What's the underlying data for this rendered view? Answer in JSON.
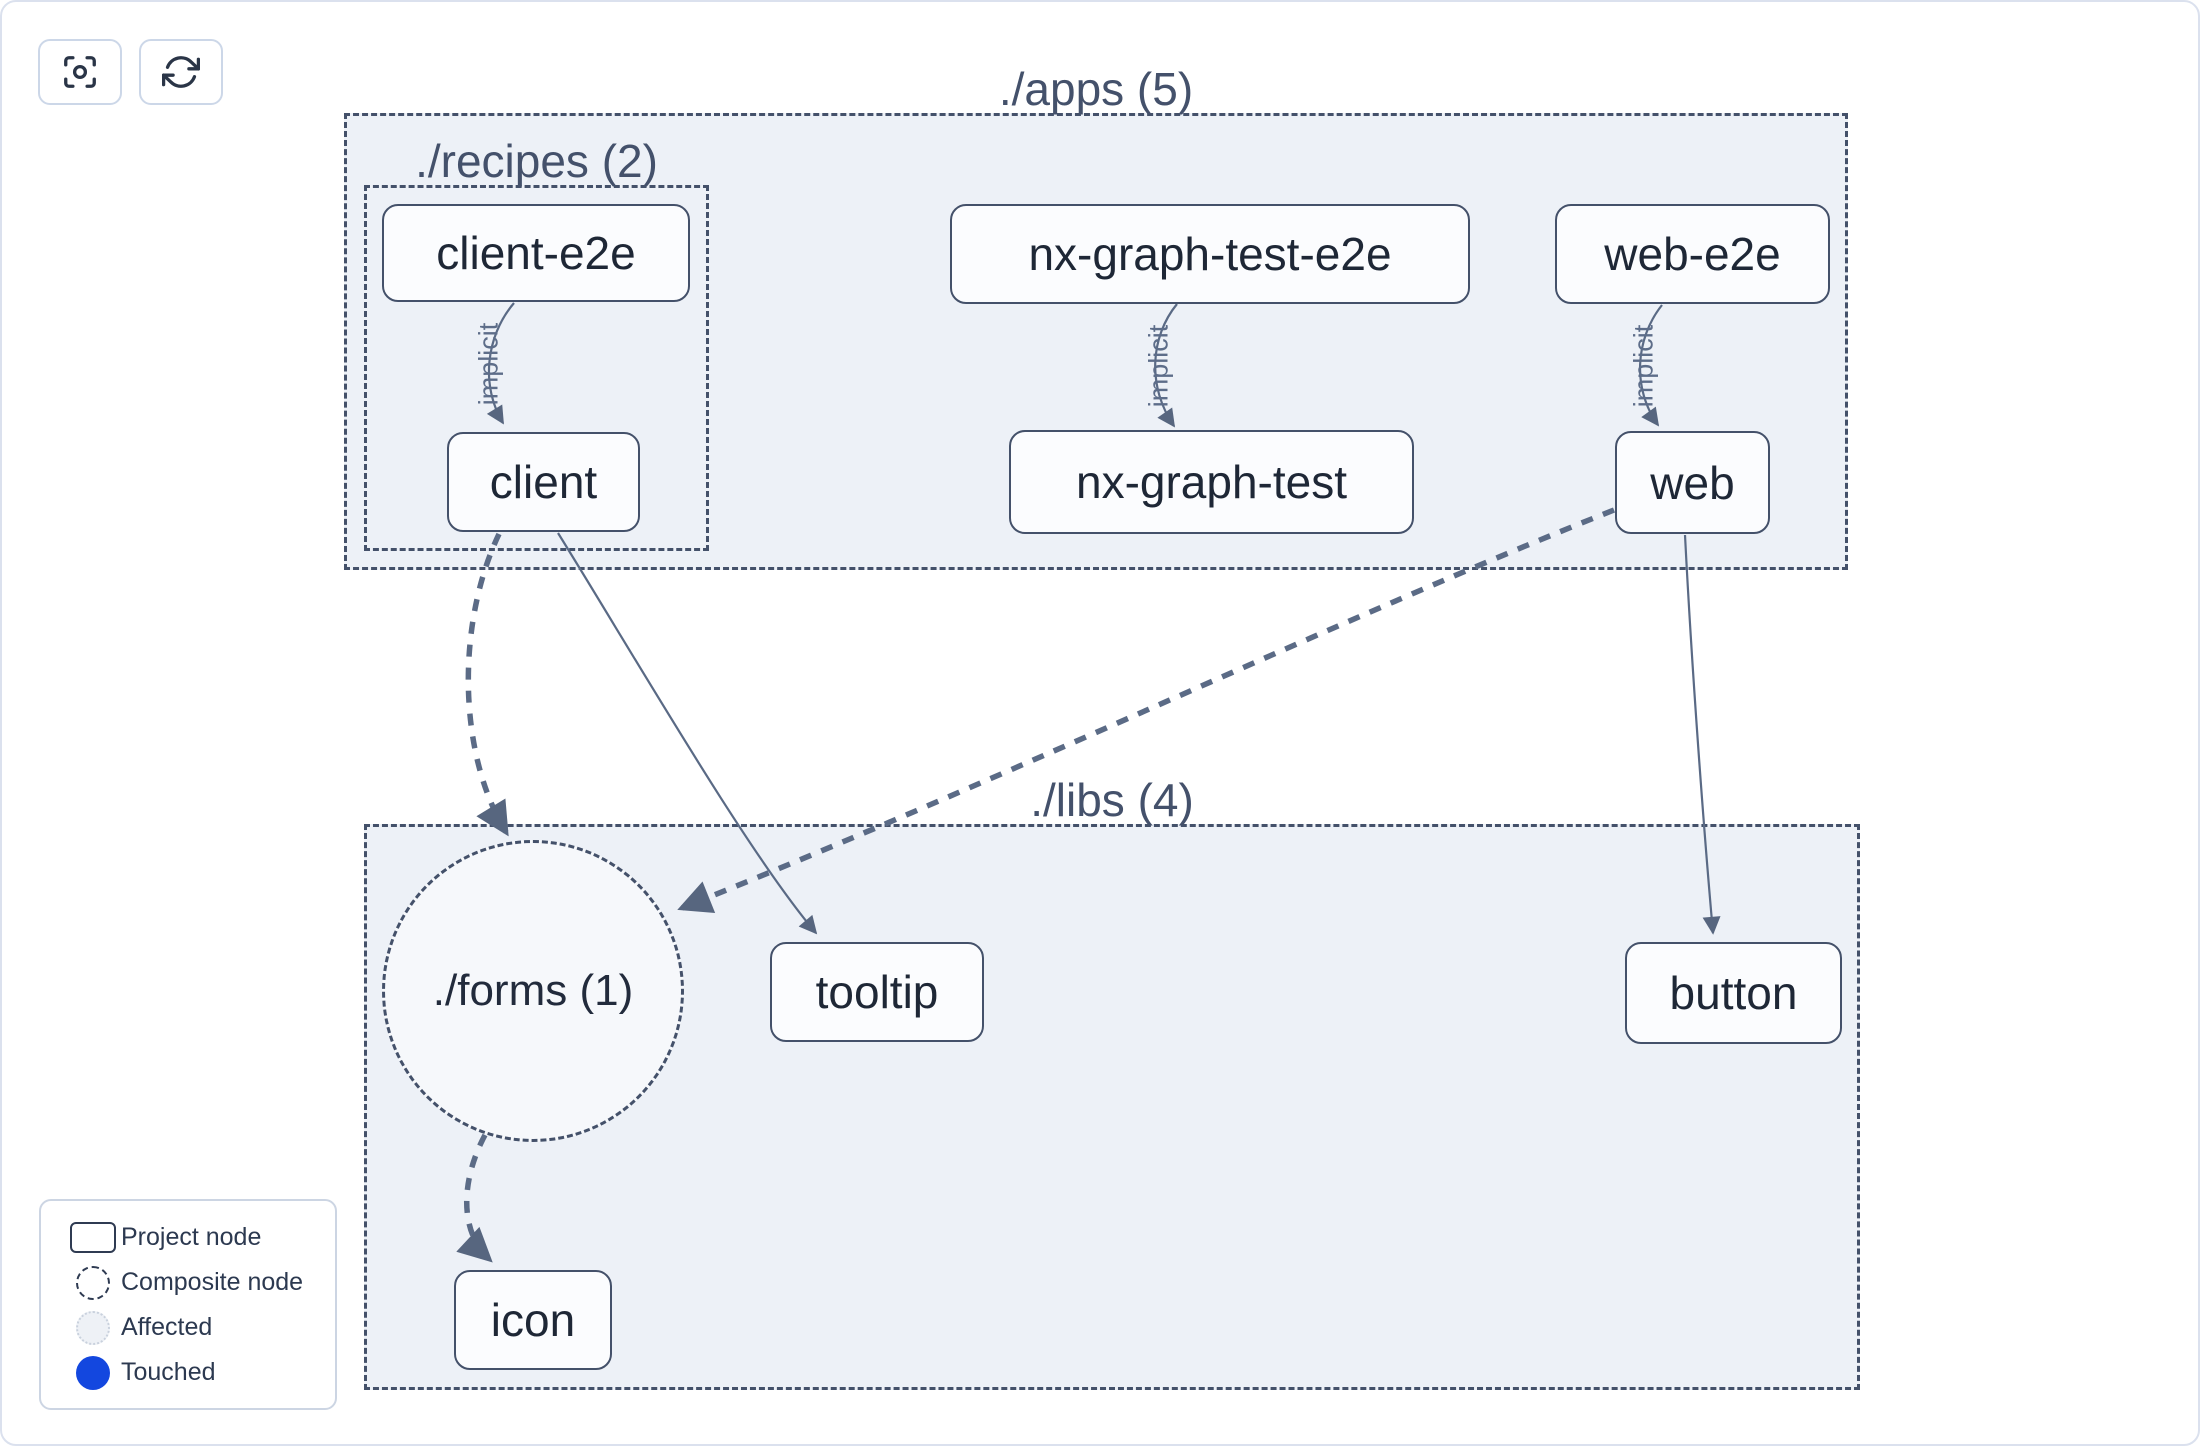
{
  "toolbar": {
    "focus_button": {
      "icon": "focus-crosshair-icon",
      "tooltip": ""
    },
    "refresh_button": {
      "icon": "refresh-icon",
      "tooltip": ""
    }
  },
  "graph": {
    "containers": [
      {
        "id": "apps",
        "label": "./apps (5)"
      },
      {
        "id": "recipes",
        "label": "./recipes (2)"
      },
      {
        "id": "libs",
        "label": "./libs (4)"
      }
    ],
    "composite_nodes": [
      {
        "id": "forms",
        "label": "./forms (1)"
      }
    ],
    "project_nodes": [
      {
        "id": "client-e2e",
        "label": "client-e2e"
      },
      {
        "id": "nx-graph-test-e2e",
        "label": "nx-graph-test-e2e"
      },
      {
        "id": "web-e2e",
        "label": "web-e2e"
      },
      {
        "id": "client",
        "label": "client"
      },
      {
        "id": "nx-graph-test",
        "label": "nx-graph-test"
      },
      {
        "id": "web",
        "label": "web"
      },
      {
        "id": "tooltip",
        "label": "tooltip"
      },
      {
        "id": "button",
        "label": "button"
      },
      {
        "id": "icon",
        "label": "icon"
      }
    ],
    "edges": [
      {
        "from": "client-e2e",
        "to": "client",
        "style": "solid-thin",
        "label": "implicit"
      },
      {
        "from": "nx-graph-test-e2e",
        "to": "nx-graph-test",
        "style": "solid-thin",
        "label": "implicit"
      },
      {
        "from": "web-e2e",
        "to": "web",
        "style": "solid-thin",
        "label": "implicit"
      },
      {
        "from": "client",
        "to": "./forms",
        "style": "dashed-thick",
        "label": ""
      },
      {
        "from": "client",
        "to": "tooltip",
        "style": "solid-thin",
        "label": ""
      },
      {
        "from": "web",
        "to": "./forms",
        "style": "dashed-thick",
        "label": ""
      },
      {
        "from": "web",
        "to": "button",
        "style": "solid-thin",
        "label": ""
      },
      {
        "from": "./forms",
        "to": "icon",
        "style": "dashed-thick",
        "label": ""
      }
    ]
  },
  "legend": {
    "items": [
      {
        "swatch": "project-node-swatch",
        "label": "Project node"
      },
      {
        "swatch": "composite-node-swatch",
        "label": "Composite node"
      },
      {
        "swatch": "affected-swatch",
        "label": "Affected"
      },
      {
        "swatch": "touched-swatch",
        "label": "Touched"
      }
    ]
  },
  "colors": {
    "touched_blue": "#1347df",
    "container_fill": "#edf1f7",
    "container_border": "#44516a",
    "node_fill": "#fbfcfe",
    "node_border": "#44516a",
    "node_text": "#1e2736",
    "edge": "#5a6a85",
    "edge_label": "#5d6d89",
    "affected_fill": "#eef1f6"
  }
}
